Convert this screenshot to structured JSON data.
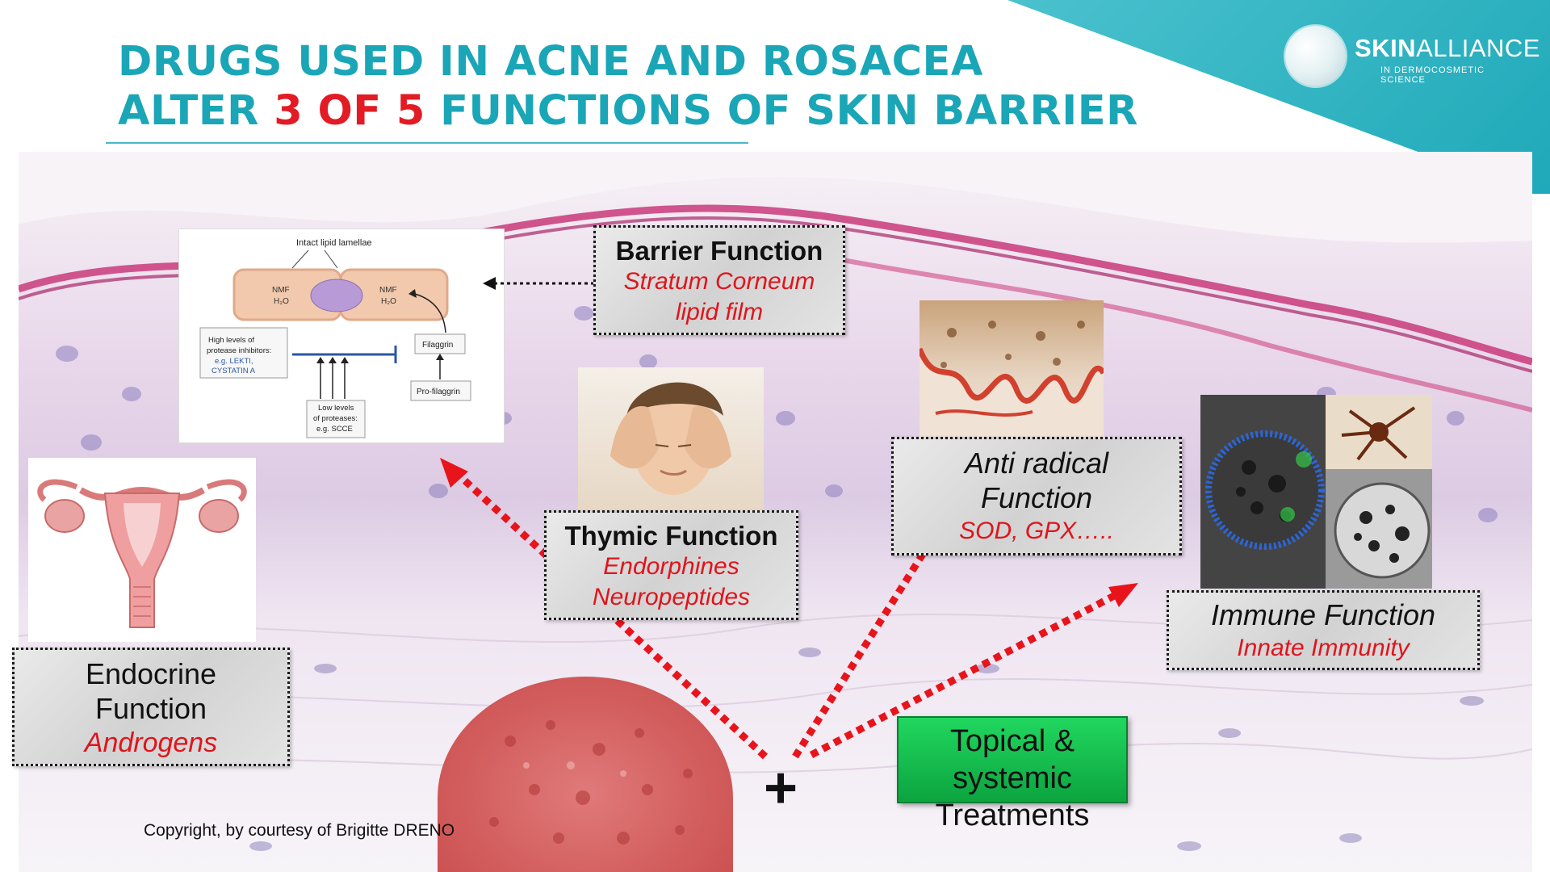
{
  "header": {
    "title_line1": "DRUGS USED IN ACNE AND ROSACEA",
    "title_line2_a": "ALTER ",
    "title_line2_num1": "3",
    "title_line2_of": " OF ",
    "title_line2_num2": "5",
    "title_line2_b": " FUNCTIONS OF SKIN BARRIER"
  },
  "logo": {
    "brand_bold": "SKIN",
    "brand_light": "ALLIANCE",
    "tagline": "IN DERMOCOSMETIC SCIENCE"
  },
  "inset_diagram": {
    "top_label": "Intact lipid lamellae",
    "nmf_left": "NMF",
    "h2o_left": "H₂O",
    "nmf_right": "NMF",
    "h2o_right": "H₂O",
    "inhibitors_l1": "High levels of",
    "inhibitors_l2": "protease inhibitors:",
    "inhibitors_l3": "e.g. LEKTI,",
    "inhibitors_l4": "CYSTATIN A",
    "proteases_l1": "Low levels",
    "proteases_l2": "of proteases:",
    "proteases_l3": "e.g. SCCE",
    "filaggrin": "Filaggrin",
    "profilaggrin": "Pro-filaggrin"
  },
  "boxes": {
    "barrier": {
      "title": "Barrier Function",
      "sub1": "Stratum Corneum",
      "sub2": "lipid film"
    },
    "thymic": {
      "title": "Thymic Function",
      "sub1": "Endorphines",
      "sub2": "Neuropeptides"
    },
    "antiradical": {
      "title1": "Anti radical",
      "title2": "Function",
      "sub": "SOD, GPX….."
    },
    "immune": {
      "title": "Immune Function",
      "sub": "Innate Immunity"
    },
    "endocrine": {
      "title1": "Endocrine",
      "title2": "Function",
      "sub": "Androgens"
    }
  },
  "treatment": {
    "line1": "Topical & systemic",
    "line2": "Treatments"
  },
  "plus_sign": "+",
  "copyright": "Copyright, by courtesy of Brigitte DRENO",
  "colors": {
    "title_teal": "#1aa6b7",
    "accent_red": "#e21b24",
    "arrow_red": "#e8141c",
    "treat_green": "#14be4e"
  }
}
